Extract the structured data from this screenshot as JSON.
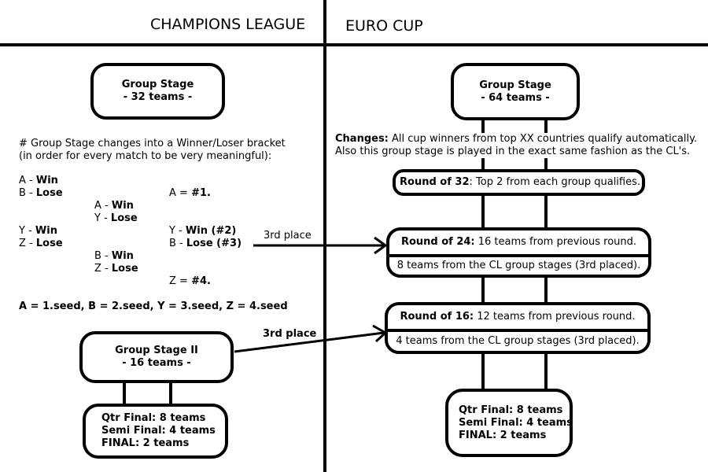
{
  "headers": {
    "champions_league": "CHAMPIONS LEAGUE",
    "euro_cup": "EURO CUP"
  },
  "cl": {
    "group_stage": {
      "title": "Group Stage",
      "subtitle": "- 32 teams -"
    },
    "note_line1": "# Group Stage changes into a Winner/Loser bracket",
    "note_line2": "(in order for every match to be very meaningful):",
    "bracket": {
      "col1": [
        {
          "letter": "A",
          "sep": " - ",
          "result": "Win"
        },
        {
          "letter": "B",
          "sep": " - ",
          "result": "Lose"
        },
        {
          "letter": "Y",
          "sep": " - ",
          "result": "Win"
        },
        {
          "letter": "Z",
          "sep": " - ",
          "result": "Lose"
        }
      ],
      "col2": [
        {
          "letter": "A",
          "sep": " - ",
          "result": "Win"
        },
        {
          "letter": "Y",
          "sep": " - ",
          "result": "Lose"
        },
        {
          "letter": "B",
          "sep": " - ",
          "result": "Win"
        },
        {
          "letter": "Z",
          "sep": " - ",
          "result": "Lose"
        }
      ],
      "col3": [
        {
          "letter": "A",
          "sep": " = ",
          "result": "#1."
        },
        {
          "letter": "Y",
          "sep": " - ",
          "result": "Win (#2)"
        },
        {
          "letter": "B",
          "sep": " - ",
          "result": "Lose (#3)"
        },
        {
          "letter": "Z",
          "sep": " = ",
          "result": "#4."
        }
      ]
    },
    "seeds": "A = 1.seed, B = 2.seed, Y = 3.seed, Z = 4.seed",
    "third_place_upper": "3rd place",
    "third_place_lower": "3rd place",
    "group_stage_2": {
      "title": "Group Stage II",
      "subtitle": "- 16 teams -"
    },
    "finals": [
      "Qtr Final: 8 teams",
      "Semi Final: 4 teams",
      "FINAL: 2 teams"
    ]
  },
  "euro": {
    "group_stage": {
      "title": "Group Stage",
      "subtitle": "- 64 teams -"
    },
    "changes_label": "Changes:",
    "changes_text": " All cup winners from top XX countries qualify automatically.",
    "changes_line2": "Also this group stage is played in the exact same fashion as the CL's.",
    "round32": {
      "label": "Round of 32",
      "text": ": Top 2 from each group qualifies."
    },
    "round24": {
      "label": "Round of 24:",
      "text": " 16 teams from previous round.",
      "extra": "8 teams from the CL group stages (3rd placed)."
    },
    "round16": {
      "label": "Round of 16:",
      "text": " 12 teams from previous round.",
      "extra": "4 teams from the CL group stages (3rd placed)."
    },
    "finals": [
      "Qtr Final: 8 teams",
      "Semi Final: 4 teams",
      "FINAL: 2 teams"
    ]
  },
  "colors": {
    "ink": "#000000",
    "background": "#ffffff"
  }
}
